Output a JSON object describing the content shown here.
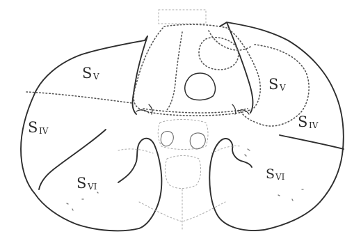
{
  "segment_labels": {
    "left_anterior": {
      "letter": "S",
      "sub": "V"
    },
    "left_middle": {
      "letter": "S",
      "sub": "IV"
    },
    "left_posterior": {
      "letter": "S",
      "sub": "VI"
    },
    "right_anterior": {
      "letter": "S",
      "sub": "V"
    },
    "right_middle": {
      "letter": "S",
      "sub": "IV"
    },
    "right_posterior": {
      "letter": "S",
      "sub": "VI"
    }
  },
  "colors": {
    "ink": "#2e2e2e",
    "dotted_ink": "#555555",
    "faint_ink": "#a9a9a9",
    "background": "#ffffff"
  }
}
